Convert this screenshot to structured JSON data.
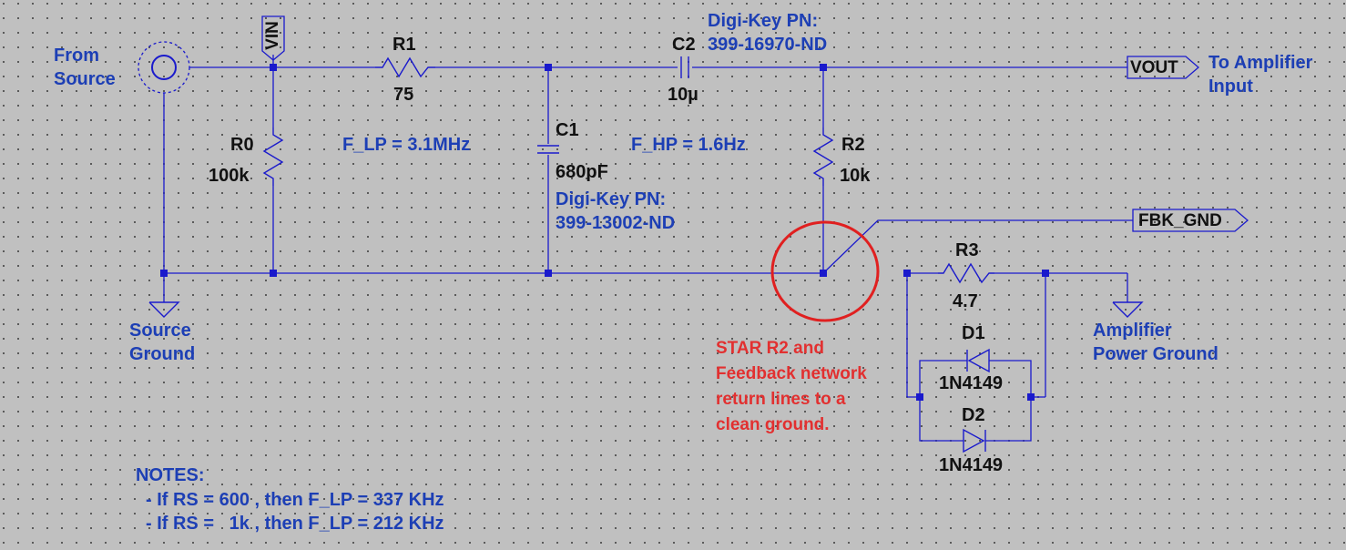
{
  "source": {
    "label_line1": "From",
    "label_line2": "Source"
  },
  "nets": {
    "vin": "VIN",
    "vout": "VOUT",
    "fbk_gnd": "FBK_GND"
  },
  "vout_note": {
    "line1": "To Amplifier",
    "line2": "Input"
  },
  "components": {
    "r0": {
      "ref": "R0",
      "value": "100k"
    },
    "r1": {
      "ref": "R1",
      "value": "75"
    },
    "r2": {
      "ref": "R2",
      "value": "10k"
    },
    "r3": {
      "ref": "R3",
      "value": "4.7"
    },
    "c1": {
      "ref": "C1",
      "value": "680pF",
      "pn_label": "Digi-Key PN:",
      "pn": "399-13002-ND"
    },
    "c2": {
      "ref": "C2",
      "value": "10µ",
      "pn_label": "Digi-Key PN:",
      "pn": "399-16970-ND"
    },
    "d1": {
      "ref": "D1",
      "value": "1N4149"
    },
    "d2": {
      "ref": "D2",
      "value": "1N4149"
    }
  },
  "annotations": {
    "f_lp": "F_LP = 3.1MHz",
    "f_hp": "F_HP = 1.6Hz"
  },
  "grounds": {
    "source": {
      "line1": "Source",
      "line2": "Ground"
    },
    "amp": {
      "line1": "Amplifier",
      "line2": "Power Ground"
    }
  },
  "star_note": {
    "line1": "STAR R2 and",
    "line2": "Feedback network",
    "line3": "return lines to a",
    "line4": "clean ground."
  },
  "notes": {
    "title": "NOTES:",
    "line1": "- If RS = 600 , then F_LP = 337 KHz",
    "line2": "- If RS =   1k , then F_LP = 212 KHz"
  },
  "colors": {
    "wire": "#1a1acc",
    "text_blue": "#1d3fb5",
    "highlight_red": "#e23030",
    "background": "#c0c0c0"
  }
}
